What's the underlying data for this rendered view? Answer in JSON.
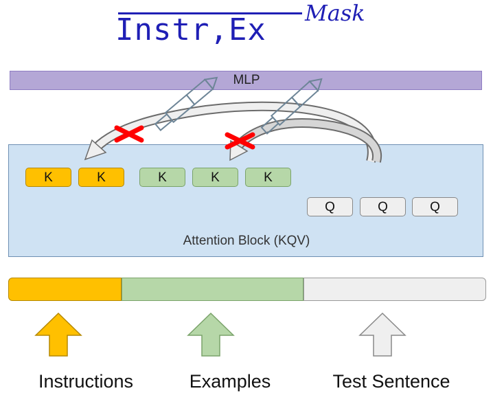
{
  "title": {
    "main": "Instr,Ex",
    "superscript": "Mask"
  },
  "mlp": {
    "label": "MLP"
  },
  "attention": {
    "label": "Attention Block (KQV)",
    "instruction_keys": [
      "K",
      "K"
    ],
    "example_keys": [
      "K",
      "K",
      "K"
    ],
    "queries": [
      "Q",
      "Q",
      "Q"
    ]
  },
  "segments": {
    "labels": [
      "Instructions",
      "Examples",
      "Test Sentence"
    ]
  },
  "colors": {
    "instructions": "#ffc000",
    "examples": "#b6d7a8",
    "test": "#efefef",
    "mlp": "#b4a7d6",
    "attention": "#cfe2f3",
    "mask_cross": "#ff0000",
    "title": "#1f1fb5"
  },
  "icons": [
    "arrow-up-icon",
    "curved-arrow-icon",
    "pen-icon",
    "mask-cross-icon"
  ]
}
